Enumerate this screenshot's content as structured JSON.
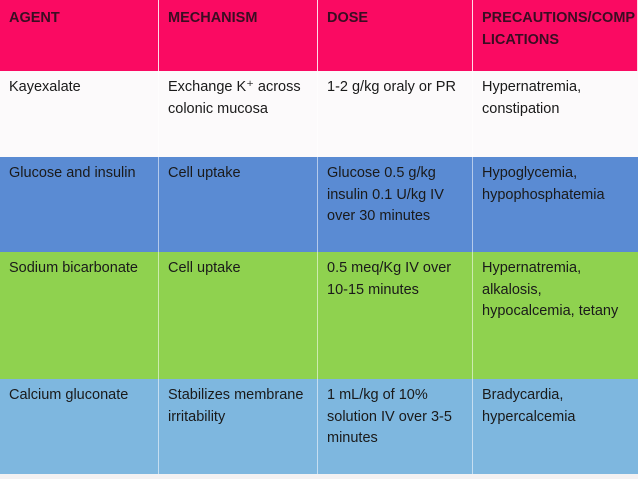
{
  "colors": {
    "header_bg": "#fa0a62",
    "header_text": "#3a0d22",
    "body_text": "#1a1a1a",
    "row_white_bg": "#fcfafb",
    "row_blue_bg": "#5a8bd3",
    "row_green_bg": "#8fd24f",
    "row_lightblue_bg": "#7eb7df",
    "bottom_strip_bg": "#f3f1f2",
    "grid_line": "#ffffff"
  },
  "table": {
    "headers": {
      "agent": "AGENT",
      "mechanism": "MECHANISM",
      "dose": "DOSE",
      "precautions": "PRECAUTIONS/COMP\nLICATIONS"
    },
    "rows": [
      {
        "bg": "#fcfafb",
        "agent": "Kayexalate",
        "mechanism": "Exchange K⁺ across\ncolonic mucosa",
        "dose": "1-2 g/kg oraly or PR",
        "precautions": "Hypernatremia,\nconstipation"
      },
      {
        "bg": "#5a8bd3",
        "agent": "Glucose and insulin",
        "mechanism": "Cell uptake",
        "dose": "Glucose 0.5 g/kg\ninsulin 0.1 U/kg IV\nover 30 minutes",
        "precautions": "Hypoglycemia,\nhypophosphatemia"
      },
      {
        "bg": "#8fd24f",
        "agent": "Sodium bicarbonate",
        "mechanism": "Cell uptake",
        "dose": "0.5 meq/Kg IV over\n10-15 minutes",
        "precautions": "Hypernatremia,\nalkalosis,\nhypocalcemia, tetany"
      },
      {
        "bg": "#7eb7df",
        "agent": "Calcium gluconate",
        "mechanism": "Stabilizes membrane\nirritability",
        "dose": "1 mL/kg of 10%\nsolution IV over 3-5\nminutes",
        "precautions": "Bradycardia,\nhypercalcemia"
      }
    ]
  }
}
